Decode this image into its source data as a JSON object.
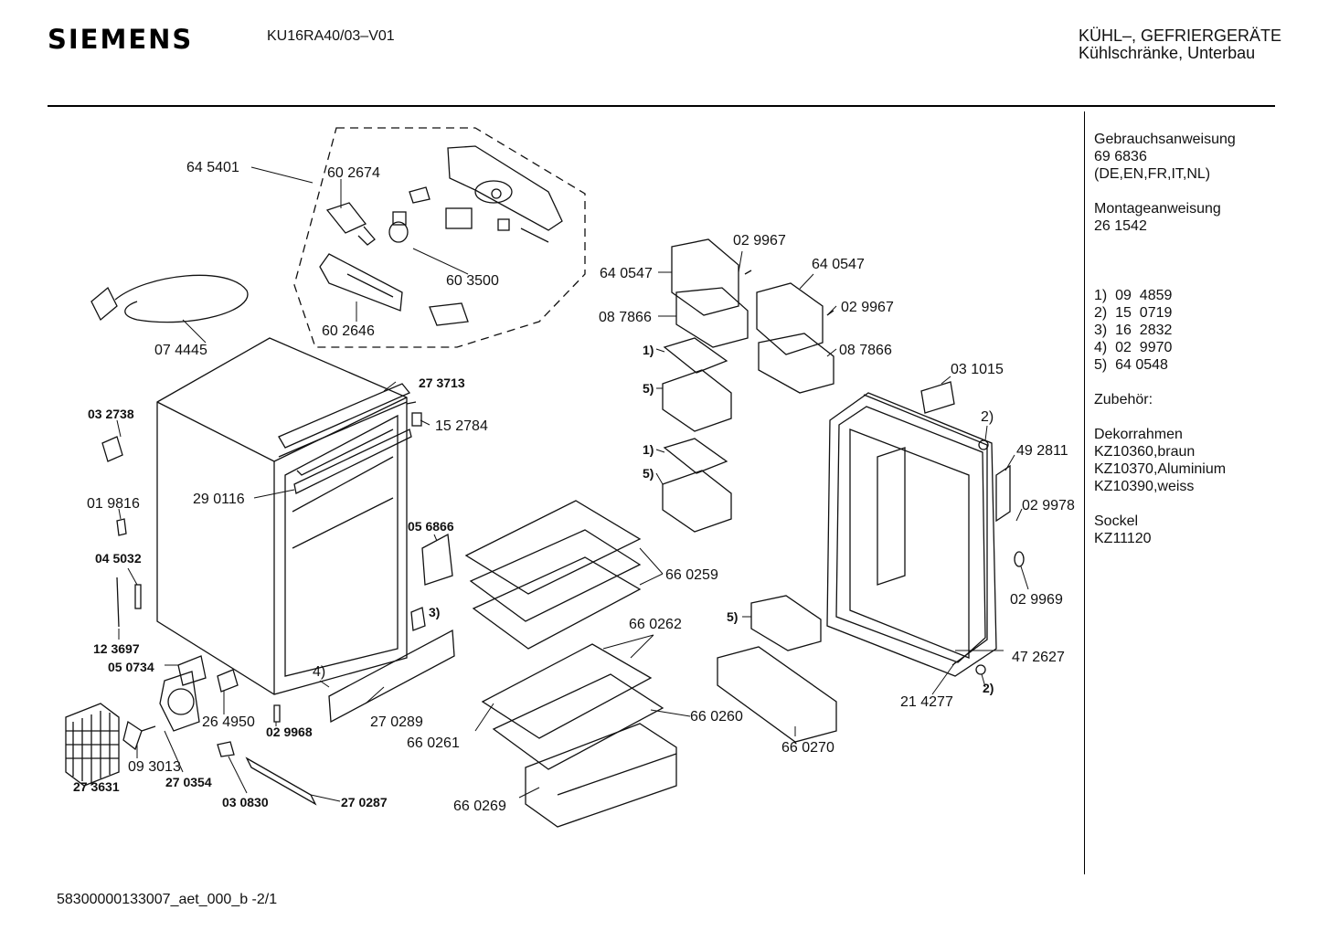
{
  "header": {
    "brand": "SIEMENS",
    "model": "KU16RA40/03–V01",
    "category_line1": "KÜHL–, GEFRIERGERÄTE",
    "category_line2": "Kühlschränke, Unterbau"
  },
  "side_panel": {
    "manual_title": "Gebrauchsanweisung",
    "manual_number": "69 6836",
    "manual_languages": "(DE,EN,FR,IT,NL)",
    "assembly_title": "Montageanweisung",
    "assembly_number": "26 1542",
    "notes": [
      "1)  09  4859",
      "2)  15  0719",
      "3)  16  2832",
      "4)  02  9970",
      "5)  64 0548"
    ],
    "accessories_title": "Zubehör:",
    "frame_title": "Dekorrahmen",
    "frames": [
      "KZ10360,braun",
      "KZ10370,Aluminium",
      "KZ10390,weiss"
    ],
    "plinth_title": "Sockel",
    "plinth_number": "KZ11120"
  },
  "part_labels": {
    "p645401": "64 5401",
    "p602674": "60 2674",
    "p603500": "60 3500",
    "p602646": "60 2646",
    "p074445": "07 4445",
    "p273713": "27 3713",
    "p152784": "15 2784",
    "p032738": "03 2738",
    "p290116": "29 0116",
    "p019816": "01 9816",
    "p045032": "04 5032",
    "p056866": "05 6866",
    "n3": "3)",
    "p123697": "12 3697",
    "p050734": "05 0734",
    "n4": "4)",
    "p264950": "26 4950",
    "p270289": "27 0289",
    "p029968": "02 9968",
    "p273631": "27 3631",
    "p093013": "09 3013",
    "p270354": "27 0354",
    "p030830": "03 0830",
    "p270287": "27 0287",
    "p029967a": "02 9967",
    "p640547a": "64 0547",
    "p640547b": "64 0547",
    "p029967b": "02 9967",
    "p087866a": "08 7866",
    "p087866b": "08 7866",
    "n1a": "1)",
    "n5a": "5)",
    "n1b": "1)",
    "n5b": "5)",
    "p660259": "66 0259",
    "p660262": "66 0262",
    "p660260": "66 0260",
    "p660261": "66 0261",
    "p660269": "66 0269",
    "n5c": "5)",
    "p660270": "66 0270",
    "p031015": "03 1015",
    "n2a": "2)",
    "p492811": "49 2811",
    "p029978": "02 9978",
    "p029969": "02 9969",
    "p472627": "47 2627",
    "n2b": "2)",
    "p214277": "21 4277"
  },
  "footer": {
    "doc_code": "58300000133007_aet_000_b  -2/1"
  }
}
